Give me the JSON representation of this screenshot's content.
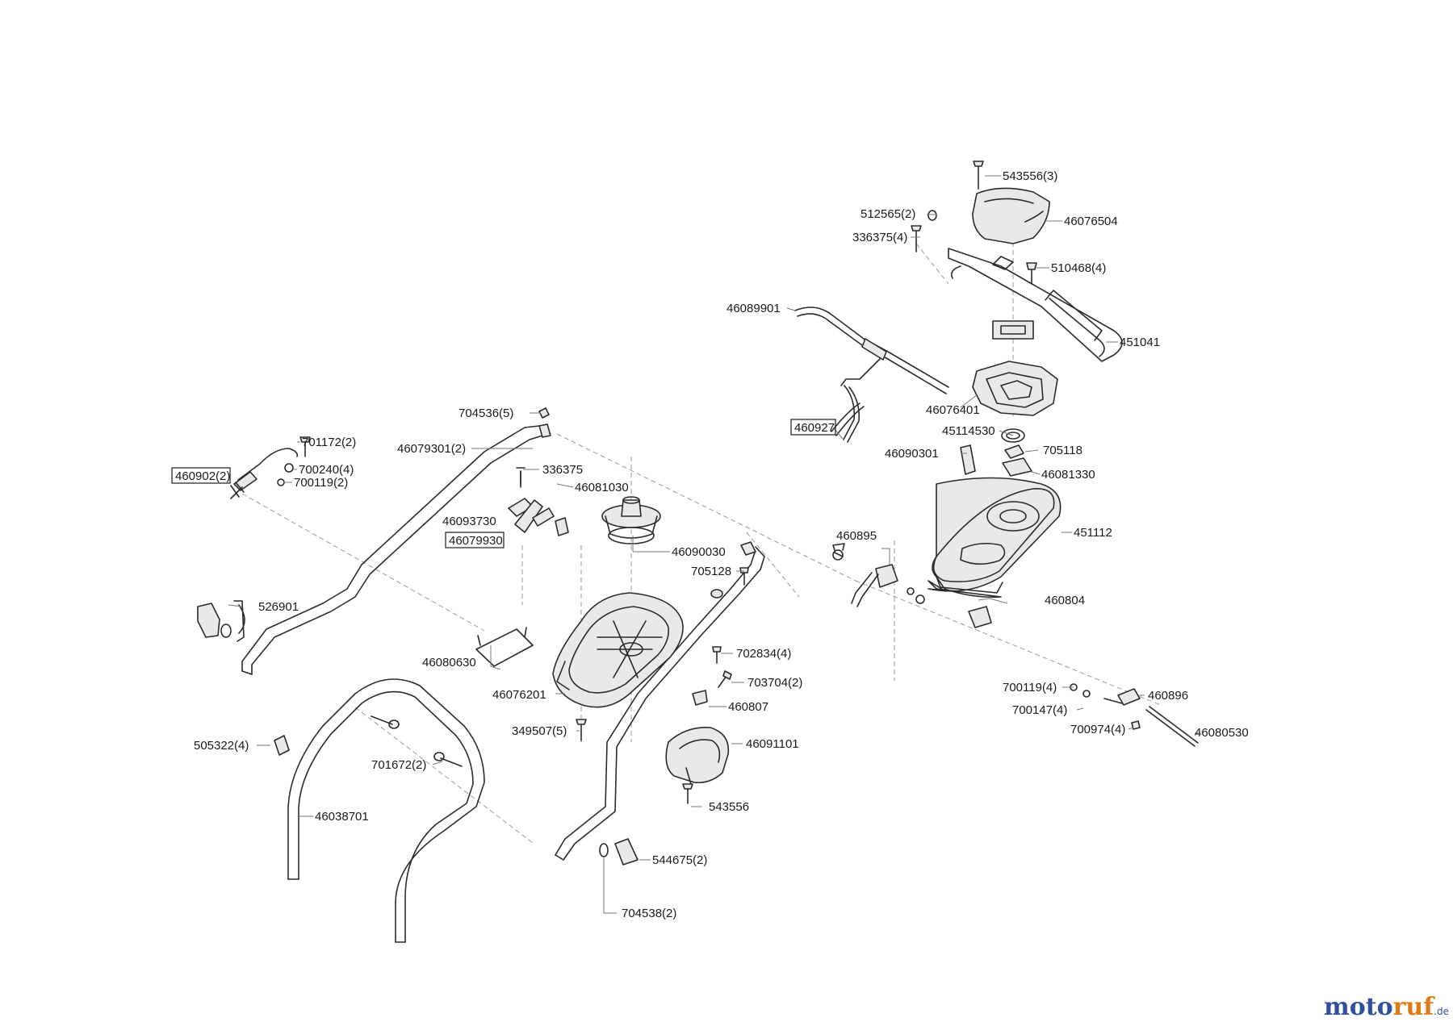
{
  "labels": {
    "p543556_3": "543556(3)",
    "p46076504": "46076504",
    "p512565_2": "512565(2)",
    "p336375_4": "336375(4)",
    "p510468_4": "510468(4)",
    "p46089901": "46089901",
    "p451041": "451041",
    "p46076401": "46076401",
    "p460927": "460927",
    "p45114530": "45114530",
    "p705118": "705118",
    "p46090301": "46090301",
    "p46081330": "46081330",
    "p451112": "451112",
    "p704536_5": "704536(5)",
    "p46079301_2": "46079301(2)",
    "p701172_2": "701172(2)",
    "p460902_2": "460902(2)",
    "p700240_4": "700240(4)",
    "p700119_2": "700119(2)",
    "p336375": "336375",
    "p46081030": "46081030",
    "p46093730": "46093730",
    "p46079930": "46079930",
    "p46090030": "46090030",
    "p705128": "705128",
    "p460895": "460895",
    "p460804": "460804",
    "p526901": "526901",
    "p46080630": "46080630",
    "p702834_4": "702834(4)",
    "p703704_2": "703704(2)",
    "p46076201": "46076201",
    "p460807": "460807",
    "p700119_4": "700119(4)",
    "p460896": "460896",
    "p700147_4": "700147(4)",
    "p700974_4": "700974(4)",
    "p46080530": "46080530",
    "p349507_5": "349507(5)",
    "p46091101": "46091101",
    "p505322_4": "505322(4)",
    "p701672_2": "701672(2)",
    "p46038701": "46038701",
    "p543556": "543556",
    "p544675_2": "544675(2)",
    "p704538_2": "704538(2)"
  },
  "watermark": {
    "brand_part1": "moto",
    "brand_part2": "ruf",
    "suffix": ".de"
  }
}
